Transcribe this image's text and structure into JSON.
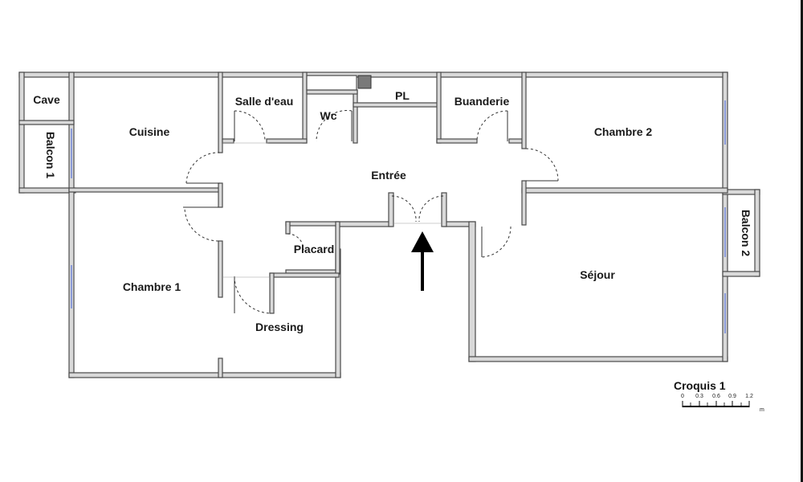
{
  "rooms": {
    "cave": "Cave",
    "balcon1": "Balcon 1",
    "cuisine": "Cuisine",
    "salle_deau": "Salle d'eau",
    "wc": "Wc",
    "pl": "PL",
    "buanderie": "Buanderie",
    "chambre2": "Chambre 2",
    "entree": "Entrée",
    "balcon2": "Balcon 2",
    "placard": "Placard",
    "sejour": "Séjour",
    "chambre1": "Chambre 1",
    "dressing": "Dressing"
  },
  "scale": {
    "title": "Croquis 1",
    "ticks": [
      "0",
      "0.3",
      "0.6",
      "0.9",
      "1.2"
    ],
    "unit": "m"
  },
  "colors": {
    "wall_fill": "#d9d9d9",
    "wall_stroke": "#4a4a4a",
    "window": "#8a9ad8"
  }
}
